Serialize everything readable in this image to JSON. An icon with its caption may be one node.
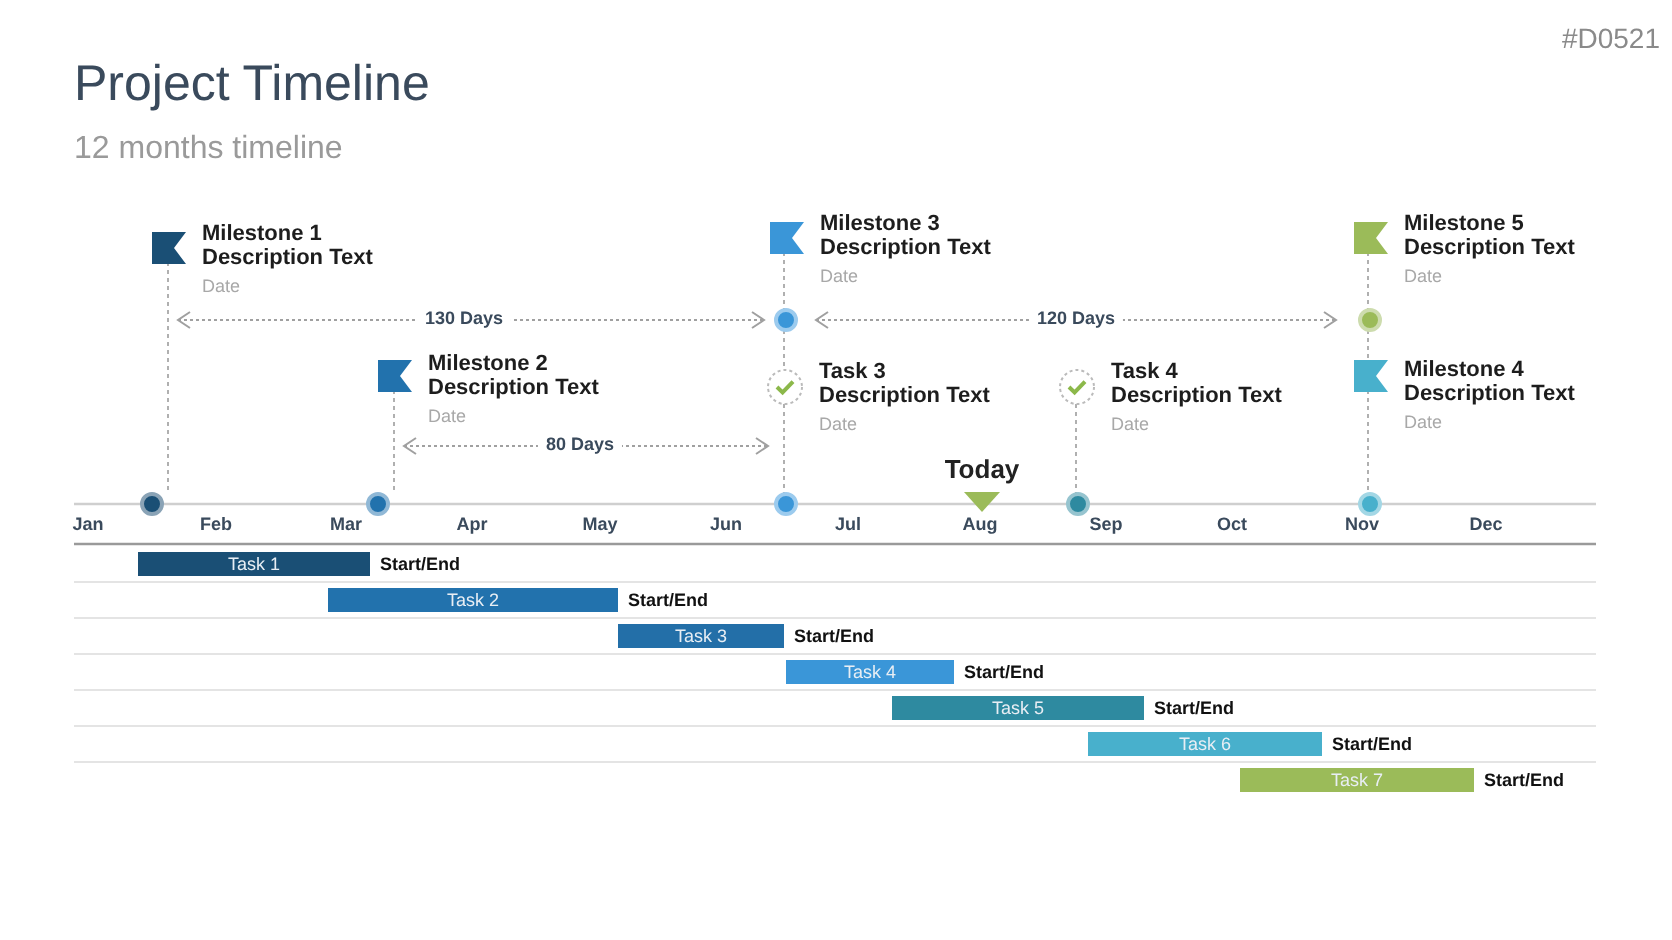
{
  "diagram": {
    "title": "Project Timeline",
    "nodes": [
      {
        "text": [
          "Milestone 1",
          "Description Text",
          "Date"
        ]
      },
      {
        "text": [
          "Milestone 3",
          "Description Text",
          "Date"
        ]
      },
      {
        "text": [
          "Milestone 5",
          "Description Text",
          "Date"
        ]
      },
      {
        "text": [],
        "shape": "circle"
      },
      {
        "text": [],
        "shape": "circle"
      },
      {
        "text": [
          "Milestone 2",
          "Description Text",
          "Date"
        ]
      },
      {
        "text": [
          "Task 3",
          "Description Text",
          "Date"
        ]
      },
      {
        "text": [
          "Task 4",
          "Description Text",
          "Date"
        ]
      },
      {
        "text": [
          "Milestone 4",
          "Description Text",
          "Date"
        ]
      },
      {
        "text": [],
        "shape": "circle"
      },
      {
        "text": [],
        "shape": "circle"
      },
      {
        "text": [],
        "shape": "circle"
      },
      {
        "text": [],
        "shape": "circle"
      },
      {
        "text": [],
        "shape": "circle"
      },
      {
        "text": [
          "Task 1"
        ],
        "beside": [
          "Start/End"
        ]
      },
      {
        "text": [
          "Task 2"
        ],
        "beside": [
          "Start/End"
        ]
      },
      {
        "text": [
          "Task 3"
        ],
        "beside": [
          "Start/End"
        ]
      },
      {
        "text": [
          "Task 4"
        ],
        "beside": [
          "Start/End"
        ]
      },
      {
        "text": [
          "Task 5"
        ],
        "beside": [
          "Start/End"
        ]
      },
      {
        "text": [
          "Task 6"
        ],
        "beside": [
          "Start/End"
        ]
      },
      {
        "text": [
          "Task 7"
        ],
        "beside": [
          "Start/End"
        ]
      }
    ],
    "edges": [
      {
        "from": 0,
        "to": 9,
        "arrow": "none",
        "style": "dashed"
      },
      {
        "from": 5,
        "to": 10,
        "arrow": "none",
        "style": "dashed"
      },
      {
        "from": 1,
        "to": 3,
        "arrow": "none",
        "style": "dashed"
      },
      {
        "from": 3,
        "to": 6,
        "arrow": "none",
        "style": "dashed"
      },
      {
        "from": 6,
        "to": 11,
        "arrow": "none",
        "style": "dashed"
      },
      {
        "from": 7,
        "to": 12,
        "arrow": "none",
        "style": "dashed"
      },
      {
        "from": 2,
        "to": 4,
        "arrow": "none",
        "style": "dashed"
      },
      {
        "from": 4,
        "to": 8,
        "arrow": "none",
        "style": "dashed"
      },
      {
        "from": 8,
        "to": 13,
        "arrow": "none",
        "style": "dashed"
      }
    ],
    "labels": [
      "#D0521",
      "12 months timeline",
      "130 Days",
      "120 Days",
      "80 Days",
      "Today",
      "Jan",
      "Feb",
      "Mar",
      "Apr",
      "May",
      "Jun",
      "Jul",
      "Aug",
      "Sep",
      "Oct",
      "Nov",
      "Dec"
    ]
  }
}
